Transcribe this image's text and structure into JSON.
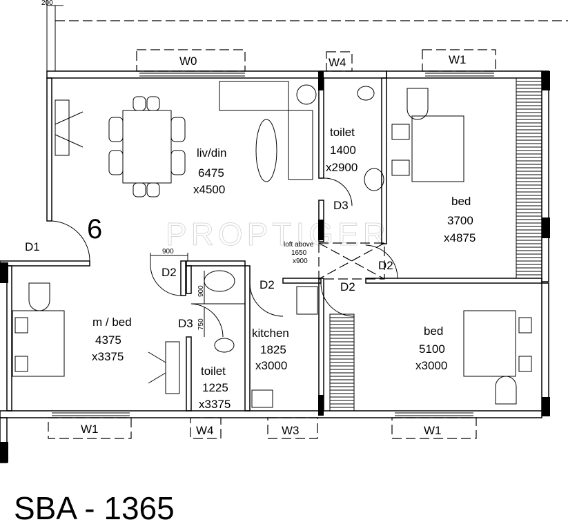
{
  "dimension_top": "200",
  "windows": {
    "w0": "W0",
    "w4_top": "W4",
    "w1_top": "W1",
    "w1_bl": "W1",
    "w4_bottom": "W4",
    "w3": "W3",
    "w1_br": "W1"
  },
  "rooms": {
    "living": {
      "name": "liv/din",
      "w": "6475",
      "h": "x4500"
    },
    "toilet_top": {
      "name": "toilet",
      "w": "1400",
      "h": "x2900"
    },
    "bed_top": {
      "name": "bed",
      "w": "3700",
      "h": "x4875"
    },
    "master": {
      "name": "m / bed",
      "w": "4375",
      "h": "x3375"
    },
    "kitchen": {
      "name": "kitchen",
      "w": "1825",
      "h": "x3000"
    },
    "toilet_bottom": {
      "name": "toilet",
      "w": "1225",
      "h": "x3375"
    },
    "bed_bottom": {
      "name": "bed",
      "w": "5100",
      "h": "x3000"
    }
  },
  "doors": {
    "d1": "D1",
    "d2_a": "D2",
    "d2_b": "D2",
    "d2_c": "D2",
    "d2_d": "D2",
    "d3_top": "D3",
    "d3_bottom": "D3"
  },
  "dims": {
    "d900": "900",
    "v900": "900",
    "v750": "750"
  },
  "loft": {
    "line1": "loft above",
    "line2": "1650",
    "line3": "x900"
  },
  "unit_number": "6",
  "watermark": "PROPTIGER",
  "sba": "SBA - 1365"
}
